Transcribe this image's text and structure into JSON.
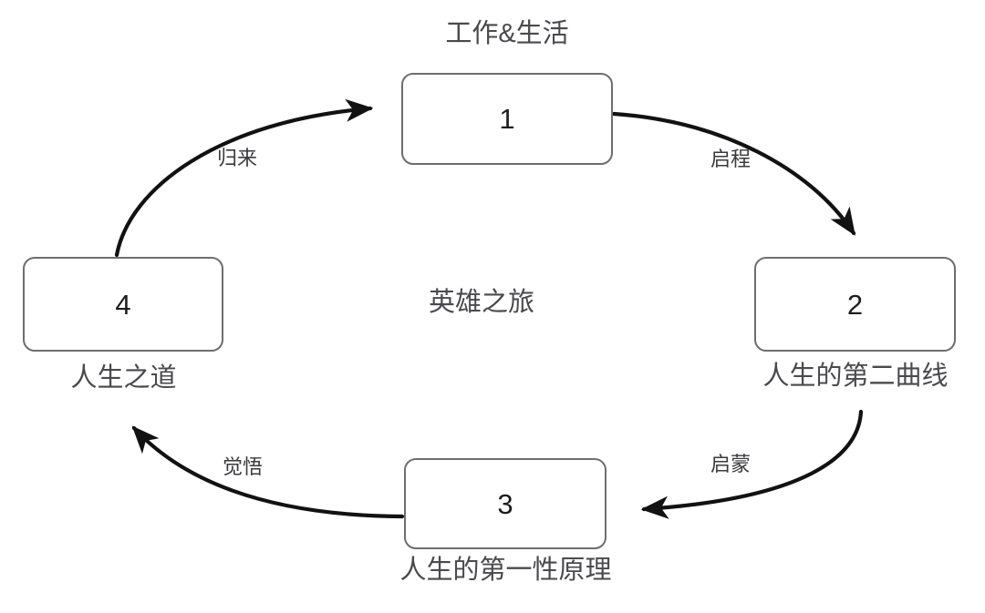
{
  "diagram": {
    "center_title": "英雄之旅",
    "accent_color": "#1d1d1d",
    "box_border_color": "#6e6e70",
    "caption_color": "#4a4a4e",
    "background_color": "#ffffff",
    "nodes": [
      {
        "id": "1",
        "number": "1",
        "caption": "工作&生活",
        "caption_position": "above"
      },
      {
        "id": "2",
        "number": "2",
        "caption": "人生的第二曲线",
        "caption_position": "below"
      },
      {
        "id": "3",
        "number": "3",
        "caption": "人生的第一性原理",
        "caption_position": "below"
      },
      {
        "id": "4",
        "number": "4",
        "caption": "人生之道",
        "caption_position": "below"
      }
    ],
    "edges": [
      {
        "id": "e1",
        "label": "启程",
        "from": "1",
        "to": "2",
        "direction": "clockwise"
      },
      {
        "id": "e2",
        "label": "启蒙",
        "from": "2",
        "to": "3",
        "direction": "clockwise"
      },
      {
        "id": "e3",
        "label": "觉悟",
        "from": "3",
        "to": "4",
        "direction": "clockwise"
      },
      {
        "id": "e4",
        "label": "归来",
        "from": "4",
        "to": "1",
        "direction": "clockwise"
      }
    ]
  }
}
